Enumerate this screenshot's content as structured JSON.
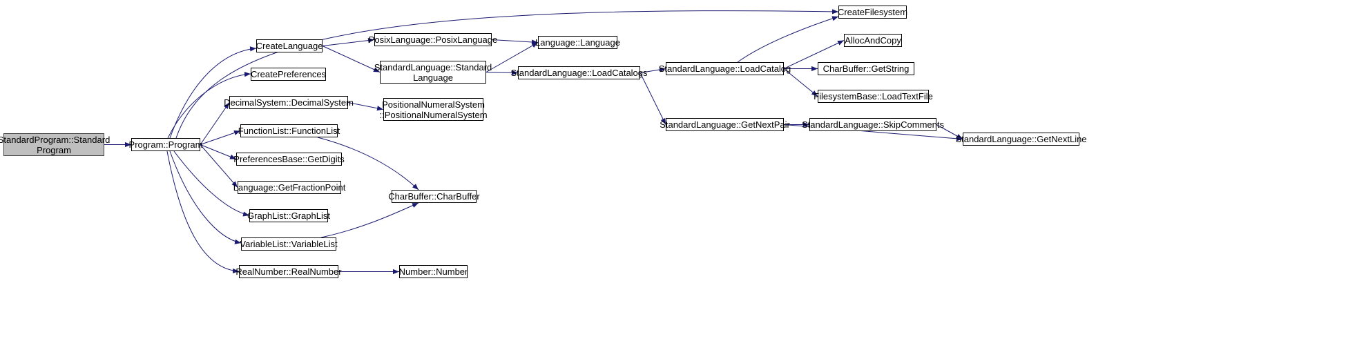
{
  "graph": {
    "edge_color": "#191970",
    "node_border_color": "#000000",
    "root_fill_color": "#bfbfbf",
    "nodes": [
      {
        "id": "standard-program",
        "label": "StandardProgram::Standard\nProgram",
        "root": true
      },
      {
        "id": "program",
        "label": "Program::Program"
      },
      {
        "id": "create-language",
        "label": "CreateLanguage"
      },
      {
        "id": "create-preferences",
        "label": "CreatePreferences"
      },
      {
        "id": "decimal-system",
        "label": "DecimalSystem::DecimalSystem"
      },
      {
        "id": "function-list",
        "label": "FunctionList::FunctionList"
      },
      {
        "id": "preferences-base-get-digits",
        "label": "PreferencesBase::GetDigits"
      },
      {
        "id": "language-get-fraction-point",
        "label": "Language::GetFractionPoint"
      },
      {
        "id": "graph-list",
        "label": "GraphList::GraphList"
      },
      {
        "id": "variable-list",
        "label": "VariableList::VariableList"
      },
      {
        "id": "real-number",
        "label": "RealNumber::RealNumber"
      },
      {
        "id": "posix-language",
        "label": "PosixLanguage::PosixLanguage"
      },
      {
        "id": "standard-language",
        "label": "StandardLanguage::Standard\nLanguage"
      },
      {
        "id": "positional-numeral-system",
        "label": "PositionalNumeralSystem\n::PositionalNumeralSystem"
      },
      {
        "id": "char-buffer",
        "label": "CharBuffer::CharBuffer"
      },
      {
        "id": "number",
        "label": "Number::Number"
      },
      {
        "id": "language",
        "label": "Language::Language"
      },
      {
        "id": "load-catalogs",
        "label": "StandardLanguage::LoadCatalogs"
      },
      {
        "id": "load-catalog",
        "label": "StandardLanguage::LoadCatalog"
      },
      {
        "id": "get-next-pair",
        "label": "StandardLanguage::GetNextPair"
      },
      {
        "id": "create-filesystem",
        "label": "CreateFilesystem"
      },
      {
        "id": "alloc-and-copy",
        "label": "AllocAndCopy"
      },
      {
        "id": "char-buffer-get-string",
        "label": "CharBuffer::GetString"
      },
      {
        "id": "filesystem-base-load-text-file",
        "label": "FilesystemBase::LoadTextFile"
      },
      {
        "id": "skip-comments",
        "label": "StandardLanguage::SkipComments"
      },
      {
        "id": "get-next-line",
        "label": "StandardLanguage::GetNextLine"
      }
    ],
    "edges": [
      {
        "from": "standard-program",
        "to": "program"
      },
      {
        "from": "program",
        "to": "create-filesystem"
      },
      {
        "from": "program",
        "to": "create-language"
      },
      {
        "from": "program",
        "to": "create-preferences"
      },
      {
        "from": "program",
        "to": "decimal-system"
      },
      {
        "from": "program",
        "to": "function-list"
      },
      {
        "from": "program",
        "to": "preferences-base-get-digits"
      },
      {
        "from": "program",
        "to": "language-get-fraction-point"
      },
      {
        "from": "program",
        "to": "graph-list"
      },
      {
        "from": "program",
        "to": "variable-list"
      },
      {
        "from": "program",
        "to": "real-number"
      },
      {
        "from": "create-language",
        "to": "posix-language"
      },
      {
        "from": "create-language",
        "to": "standard-language"
      },
      {
        "from": "posix-language",
        "to": "language"
      },
      {
        "from": "standard-language",
        "to": "language"
      },
      {
        "from": "standard-language",
        "to": "load-catalogs"
      },
      {
        "from": "decimal-system",
        "to": "positional-numeral-system"
      },
      {
        "from": "function-list",
        "to": "char-buffer"
      },
      {
        "from": "variable-list",
        "to": "char-buffer"
      },
      {
        "from": "real-number",
        "to": "number"
      },
      {
        "from": "load-catalogs",
        "to": "load-catalog"
      },
      {
        "from": "load-catalogs",
        "to": "get-next-pair"
      },
      {
        "from": "load-catalog",
        "to": "create-filesystem"
      },
      {
        "from": "load-catalog",
        "to": "alloc-and-copy"
      },
      {
        "from": "load-catalog",
        "to": "char-buffer-get-string"
      },
      {
        "from": "load-catalog",
        "to": "filesystem-base-load-text-file"
      },
      {
        "from": "get-next-pair",
        "to": "skip-comments"
      },
      {
        "from": "get-next-pair",
        "to": "get-next-line"
      },
      {
        "from": "skip-comments",
        "to": "get-next-line"
      }
    ]
  }
}
